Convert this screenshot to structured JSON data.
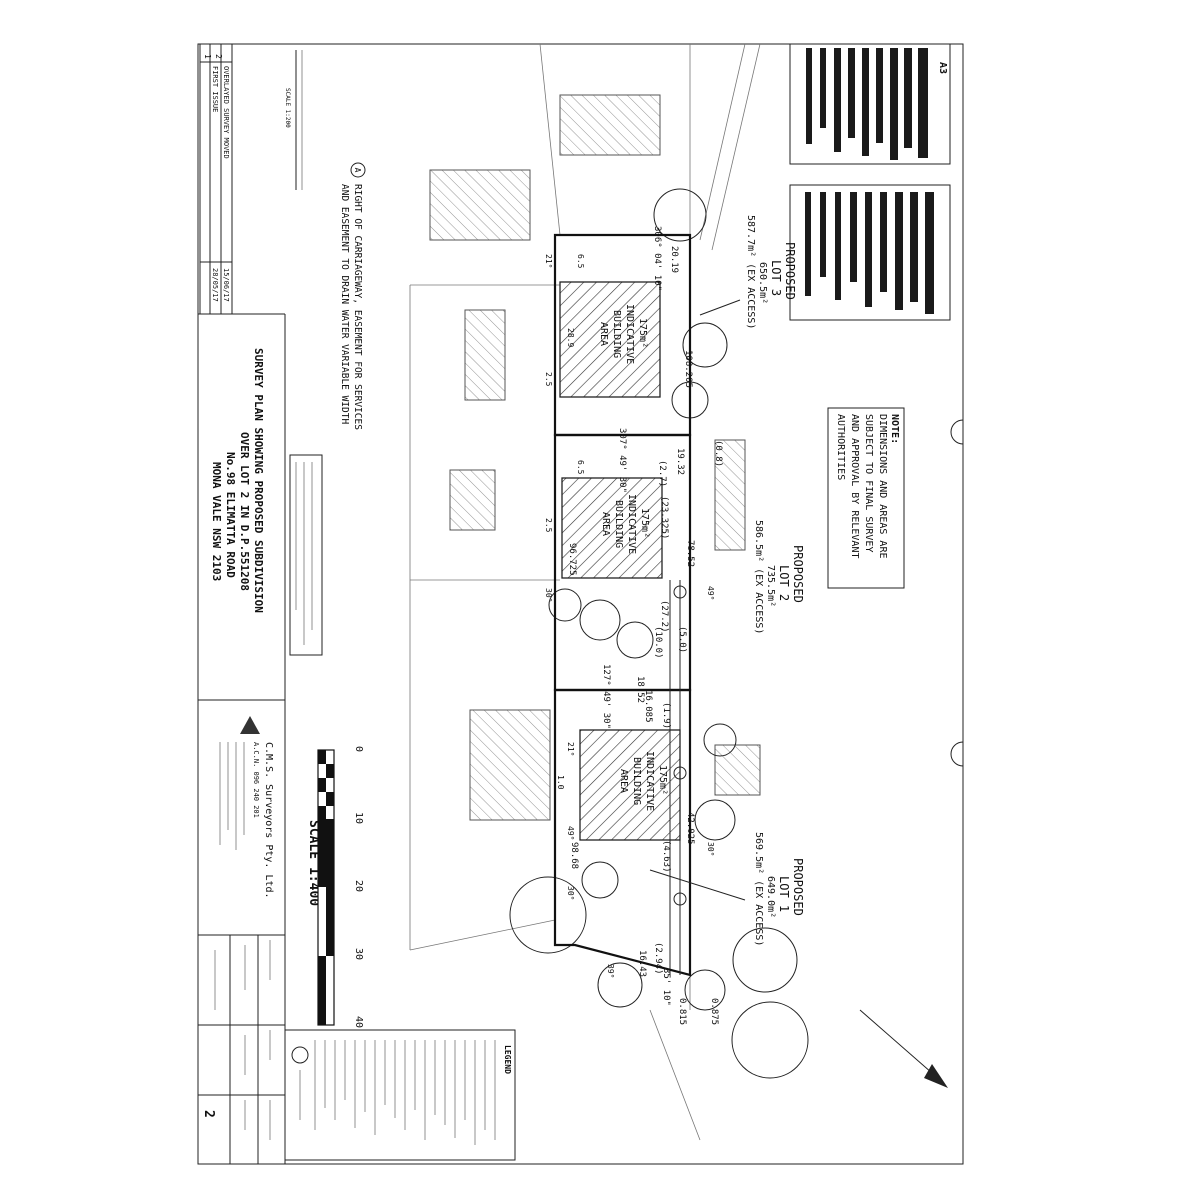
{
  "title_block": {
    "title_lines": [
      "SURVEY PLAN SHOWING PROPOSED SUBDIVISION",
      "OVER LOT 2 IN D.P.551208",
      "No.98 ELIMATTA ROAD",
      "MONA VALE NSW 2103"
    ],
    "company": "C.M.S. Surveyors Pty. Ltd.",
    "acn": "A.C.N. 096 240 201",
    "scale_text": "SCALE 1:400",
    "scale_ticks": [
      "0",
      "10",
      "20",
      "30",
      "40"
    ],
    "sheet_size": "A3",
    "issue_number": "2",
    "legend_title": "LEGEND"
  },
  "revisions": [
    {
      "num": "2",
      "desc": "OVERLAYED SURVEY MOVED",
      "date": "15/06/17"
    },
    {
      "num": "1",
      "desc": "FIRST ISSUE",
      "date": "28/05/17"
    }
  ],
  "lots": [
    {
      "label": "PROPOSED",
      "name": "LOT 3",
      "area": "650.5m²",
      "ex_access": "587.7m² (EX ACCESS)"
    },
    {
      "label": "PROPOSED",
      "name": "LOT 2",
      "area": "735.5m²",
      "ex_access": "586.5m² (EX ACCESS)"
    },
    {
      "label": "PROPOSED",
      "name": "LOT 1",
      "area": "649.0m²",
      "ex_access": "569.5m² (EX ACCESS)"
    }
  ],
  "building_area_text": [
    "175m²",
    "INDICATIVE",
    "BUILDING",
    "AREA"
  ],
  "note_text": [
    "NOTE:",
    "DIMENSIONS AND AREAS ARE",
    "SUBJECT TO FINAL SURVEY",
    "AND APPROVAL BY RELEVANT",
    "AUTHORITIES"
  ],
  "easement_note": {
    "symbol": "A",
    "line1": "RIGHT OF CARRIAGEWAY, EASEMENT FOR SERVICES",
    "line2": "AND EASEMENT TO DRAIN WATER VARIABLE WIDTH"
  },
  "dimensions": [
    "306° 04' 10\"",
    "20.19",
    "108.205",
    "307° 49' 30\"",
    "19.32",
    "(2.7)",
    "(0.8)",
    "78.52",
    "(23.325)",
    "96.725",
    "(5.0)",
    "(10.0)",
    "(27.2)",
    "127° 49' 30\"",
    "18.52",
    "16.085",
    "(1.9)",
    "42.025",
    "98.68",
    "(4.63)",
    "(2.94)",
    "16.43",
    "35' 10\"",
    "0.815",
    "0.875",
    "6.5",
    "2.5",
    "1.0",
    "49°",
    "30°",
    "39°",
    "21°",
    "28.9"
  ],
  "small_text": {
    "scale_1_200": "SCALE 1:200"
  }
}
